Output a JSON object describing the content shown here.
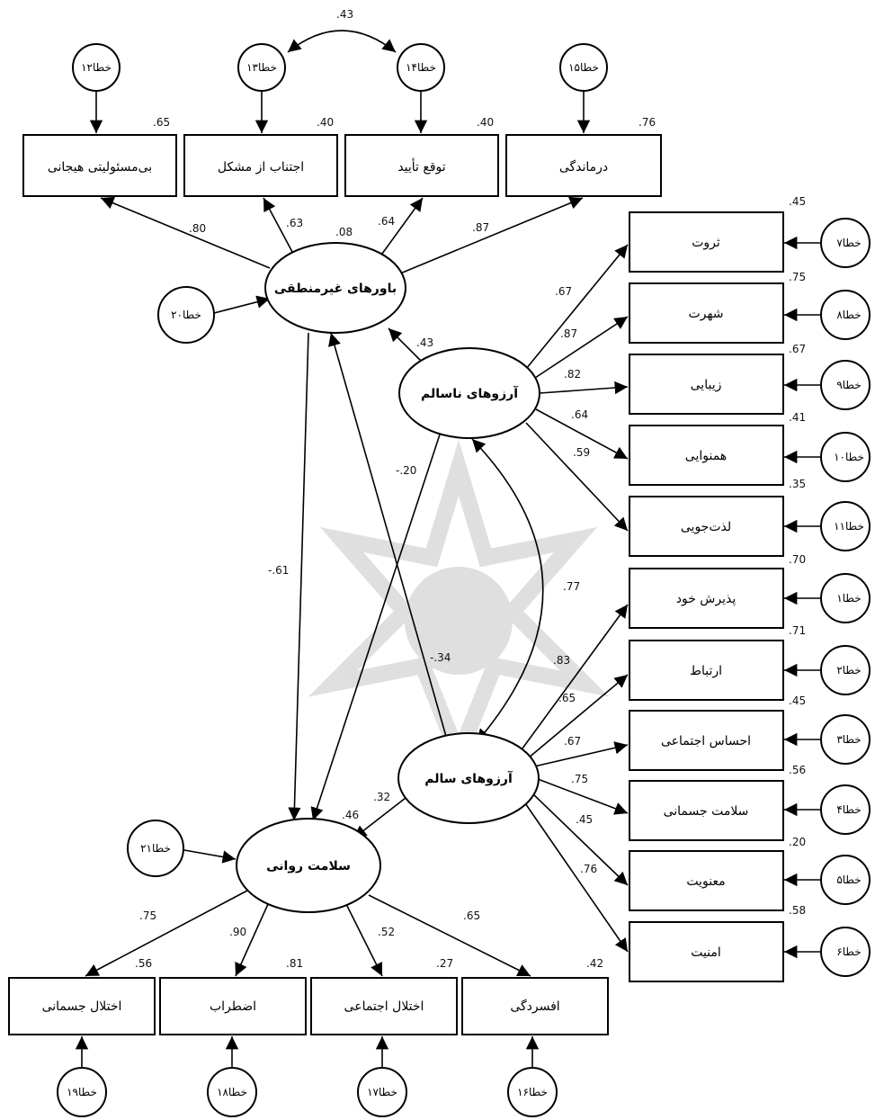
{
  "diagram": {
    "latents": {
      "irrational_beliefs": "باورهای غیرمنطقی",
      "unhealthy_aspirations": "آرزوهای ناسالم",
      "healthy_aspirations": "آرزوهای سالم",
      "mental_health": "سلامت روانی"
    },
    "indicators": {
      "i1": "بی‌مسئولیتی هیجانی",
      "i2": "اجتناب از مشکل",
      "i3": "توقع تأیید",
      "i4": "درماندگی",
      "u1": "ثروت",
      "u2": "شهرت",
      "u3": "زیبایی",
      "u4": "همنوایی",
      "u5": "لذت‌جویی",
      "h1": "پذیرش خود",
      "h2": "ارتباط",
      "h3": "احساس اجتماعی",
      "h4": "سلامت جسمانی",
      "h5": "معنویت",
      "h6": "امنیت",
      "m1": "اختلال جسمانی",
      "m2": "اضطراب",
      "m3": "اختلال اجتماعی",
      "m4": "افسردگی"
    },
    "errors": {
      "e1": "خطا۱",
      "e2": "خطا۲",
      "e3": "خطا۳",
      "e4": "خطا۴",
      "e5": "خطا۵",
      "e6": "خطا۶",
      "e7": "خطا۷",
      "e8": "خطا۸",
      "e9": "خطا۹",
      "e10": "خطا۱۰",
      "e11": "خطا۱۱",
      "e12": "خطا۱۲",
      "e13": "خطا۱۳",
      "e14": "خطا۱۴",
      "e15": "خطا۱۵",
      "e16": "خطا۱۶",
      "e17": "خطا۱۷",
      "e18": "خطا۱۸",
      "e19": "خطا۱۹",
      "e20": "خطا۲۰",
      "e21": "خطا۲۱"
    },
    "r2": {
      "i1": ".65",
      "i2": ".40",
      "i3": ".40",
      "i4": ".76",
      "u1": ".45",
      "u2": ".75",
      "u3": ".67",
      "u4": ".41",
      "u5": ".35",
      "h1": ".70",
      "h2": ".71",
      "h3": ".45",
      "h4": ".56",
      "h5": ".20",
      "h6": ".58",
      "m1": ".56",
      "m2": ".81",
      "m3": ".27",
      "m4": ".42",
      "irrational": ".08",
      "mental": ".46"
    },
    "loadings": {
      "i1": ".80",
      "i2": ".63",
      "i3": ".64",
      "i4": ".87",
      "u1": ".67",
      "u2": ".87",
      "u3": ".82",
      "u4": ".64",
      "u5": ".59",
      "h1": ".77",
      "h2": ".83",
      "h3": ".65",
      "h4": ".67",
      "h5": ".75",
      "h6": ".45",
      "h7": ".76",
      "m1": ".75",
      "m2": ".90",
      "m3": ".52",
      "m4": ".65"
    },
    "paths": {
      "unhealthy_to_irrational": ".43",
      "irrational_to_mental": "-.61",
      "unhealthy_to_mental": "-.20",
      "healthy_to_irrational": "-.34",
      "healthy_to_mental": ".32",
      "e13_e14_cov": ".43"
    }
  }
}
